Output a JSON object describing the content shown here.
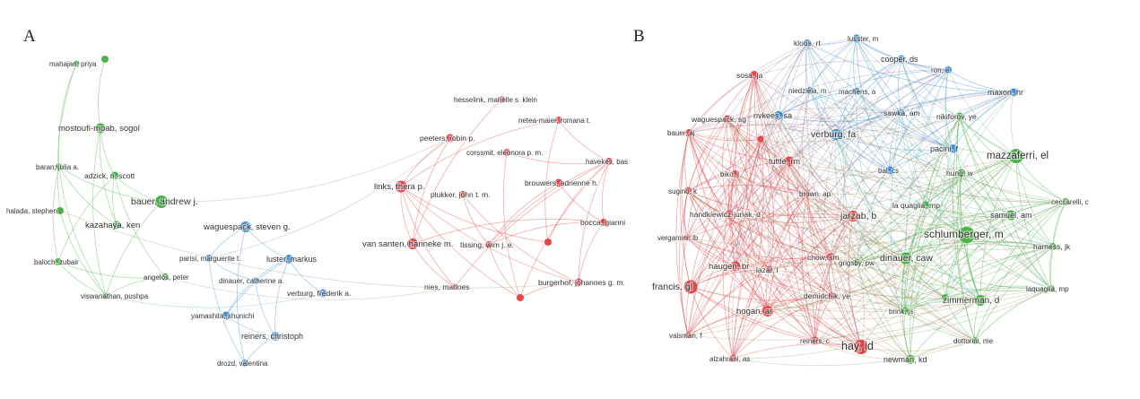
{
  "panels": [
    {
      "id": "A",
      "letter": "A",
      "nodes": [
        {
          "label": "mahajan, priya",
          "cluster": "green"
        },
        {
          "label": "",
          "cluster": "green"
        },
        {
          "label": "mostoufi-moab, sogol",
          "cluster": "green"
        },
        {
          "label": "baran, julia a.",
          "cluster": "green"
        },
        {
          "label": "adzick, n. scott",
          "cluster": "green"
        },
        {
          "label": "bauer, andrew j.",
          "cluster": "green"
        },
        {
          "label": "halada, stephen",
          "cluster": "green"
        },
        {
          "label": "kazahaya, ken",
          "cluster": "green"
        },
        {
          "label": "baloch, zubair",
          "cluster": "green"
        },
        {
          "label": "angelos, peter",
          "cluster": "green"
        },
        {
          "label": "viswanathan, pushpa",
          "cluster": "green"
        },
        {
          "label": "waguespack, steven g.",
          "cluster": "blue"
        },
        {
          "label": "parisi, marguerite t.",
          "cluster": "blue"
        },
        {
          "label": "luster, markus",
          "cluster": "blue"
        },
        {
          "label": "dinauer, catherine a.",
          "cluster": "blue"
        },
        {
          "label": "verburg, frederik a.",
          "cluster": "blue"
        },
        {
          "label": "yamashita, shunichi",
          "cluster": "blue"
        },
        {
          "label": "reiners, christoph",
          "cluster": "blue"
        },
        {
          "label": "drozd, valentina",
          "cluster": "blue"
        },
        {
          "label": "hesselink, marielle s. klein",
          "cluster": "red"
        },
        {
          "label": "netea-maier, romana t.",
          "cluster": "red"
        },
        {
          "label": "peeters, robin p.",
          "cluster": "red"
        },
        {
          "label": "corssmit, eleonora p. m.",
          "cluster": "red"
        },
        {
          "label": "havekes, bas",
          "cluster": "red"
        },
        {
          "label": "links, thera p.",
          "cluster": "red"
        },
        {
          "label": "brouwers, adrienne h.",
          "cluster": "red"
        },
        {
          "label": "plukker, john t. m.",
          "cluster": "red"
        },
        {
          "label": "bocca, gianni",
          "cluster": "red"
        },
        {
          "label": "van santen, hanneke m.",
          "cluster": "red"
        },
        {
          "label": "tissing, wim j. e.",
          "cluster": "red"
        },
        {
          "label": "",
          "cluster": "red"
        },
        {
          "label": "nies, marloes",
          "cluster": "red"
        },
        {
          "label": "burgerhof, johannes g. m.",
          "cluster": "red"
        },
        {
          "label": "",
          "cluster": "red"
        }
      ]
    },
    {
      "id": "B",
      "letter": "B",
      "nodes": [
        {
          "label": "kloos, rt",
          "cluster": "blue"
        },
        {
          "label": "lusster, m",
          "cluster": "blue"
        },
        {
          "label": "cooper, ds",
          "cluster": "blue"
        },
        {
          "label": "ron, e",
          "cluster": "blue"
        },
        {
          "label": "maxon, hr",
          "cluster": "blue"
        },
        {
          "label": "niedziela, m",
          "cluster": "blue"
        },
        {
          "label": "machens, a",
          "cluster": "blue"
        },
        {
          "label": "rivkees, sa",
          "cluster": "blue"
        },
        {
          "label": "sawka, am",
          "cluster": "blue"
        },
        {
          "label": "verburg, fa",
          "cluster": "blue"
        },
        {
          "label": "pacini, f",
          "cluster": "blue"
        },
        {
          "label": "bal, cs",
          "cluster": "blue"
        },
        {
          "label": "sosa, ja",
          "cluster": "red"
        },
        {
          "label": "waguespack, sg",
          "cluster": "red"
        },
        {
          "label": "bauer, aj",
          "cluster": "red"
        },
        {
          "label": "tuttle, rm",
          "cluster": "red"
        },
        {
          "label": "biko, j",
          "cluster": "red"
        },
        {
          "label": "brown, ap",
          "cluster": "red"
        },
        {
          "label": "sugino, k",
          "cluster": "red"
        },
        {
          "label": "handkiewicz-junak, d",
          "cluster": "red"
        },
        {
          "label": "jarzab, b",
          "cluster": "red"
        },
        {
          "label": "vergamini, lb",
          "cluster": "red"
        },
        {
          "label": "chow, sm",
          "cluster": "red"
        },
        {
          "label": "haugen, br",
          "cluster": "red"
        },
        {
          "label": "lazar, l",
          "cluster": "red"
        },
        {
          "label": "francis, gl",
          "cluster": "red"
        },
        {
          "label": "demidchik, ye",
          "cluster": "red"
        },
        {
          "label": "hogan, ar",
          "cluster": "red"
        },
        {
          "label": "vaisman, f",
          "cluster": "red"
        },
        {
          "label": "reiners, c",
          "cluster": "red"
        },
        {
          "label": "hay, id",
          "cluster": "red"
        },
        {
          "label": "alzahrani, as",
          "cluster": "red"
        },
        {
          "label": "",
          "cluster": "red"
        },
        {
          "label": "nikiforov, ye",
          "cluster": "green"
        },
        {
          "label": "mazzaferri, el",
          "cluster": "green"
        },
        {
          "label": "hung, w",
          "cluster": "green"
        },
        {
          "label": "ceccarelli, c",
          "cluster": "green"
        },
        {
          "label": "la quaglia, mp",
          "cluster": "green"
        },
        {
          "label": "samuel, am",
          "cluster": "green"
        },
        {
          "label": "schlumberger, m",
          "cluster": "green"
        },
        {
          "label": "harness, jk",
          "cluster": "green"
        },
        {
          "label": "dinauer, caw",
          "cluster": "green"
        },
        {
          "label": "grigsby, pw",
          "cluster": "green"
        },
        {
          "label": "laquaglia, mp",
          "cluster": "green"
        },
        {
          "label": "zimmerman, d",
          "cluster": "green"
        },
        {
          "label": "",
          "cluster": "green"
        },
        {
          "label": "brink, js",
          "cluster": "green"
        },
        {
          "label": "dottorini, me",
          "cluster": "green"
        },
        {
          "label": "newman, kd",
          "cluster": "green"
        }
      ]
    }
  ],
  "colors": {
    "red": "#e2474a",
    "green": "#4cb04a",
    "blue": "#3d8fd6"
  }
}
